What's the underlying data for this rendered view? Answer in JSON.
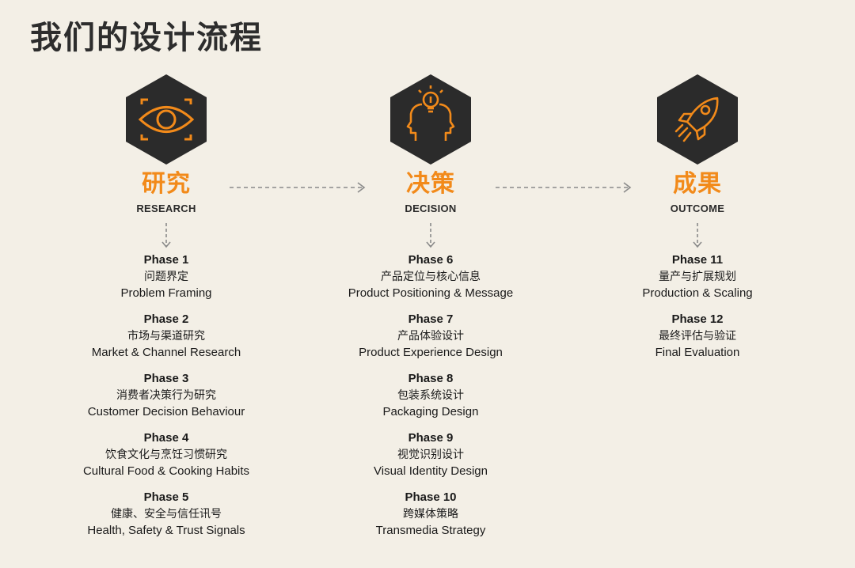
{
  "title": "我们的设计流程",
  "colors": {
    "background": "#f3efe6",
    "hex_fill": "#2b2b2b",
    "accent": "#f28a1a",
    "arrow": "#8a8a8a"
  },
  "stages": [
    {
      "title": "研究",
      "subtitle": "RESEARCH",
      "icon": "eye-icon",
      "phases": [
        {
          "num": "Phase 1",
          "cn": "问题界定",
          "en": "Problem Framing"
        },
        {
          "num": "Phase 2",
          "cn": "市场与渠道研究",
          "en": "Market & Channel Research"
        },
        {
          "num": "Phase 3",
          "cn": "消费者决策行为研究",
          "en": "Customer Decision Behaviour"
        },
        {
          "num": "Phase 4",
          "cn": "饮食文化与烹饪习惯研究",
          "en": "Cultural Food & Cooking Habits"
        },
        {
          "num": "Phase 5",
          "cn": "健康、安全与信任讯号",
          "en": "Health, Safety & Trust Signals"
        }
      ]
    },
    {
      "title": "决策",
      "subtitle": "DECISION",
      "icon": "lightbulb-heads-icon",
      "phases": [
        {
          "num": "Phase 6",
          "cn": "产品定位与核心信息",
          "en": "Product Positioning & Message"
        },
        {
          "num": "Phase 7",
          "cn": "产品体验设计",
          "en": "Product Experience Design"
        },
        {
          "num": "Phase 8",
          "cn": "包装系统设计",
          "en": "Packaging Design"
        },
        {
          "num": "Phase 9",
          "cn": "视觉识别设计",
          "en": "Visual Identity Design"
        },
        {
          "num": "Phase 10",
          "cn": "跨媒体策略",
          "en": "Transmedia Strategy"
        }
      ]
    },
    {
      "title": "成果",
      "subtitle": "OUTCOME",
      "icon": "rocket-icon",
      "phases": [
        {
          "num": "Phase 11",
          "cn": "量产与扩展规划",
          "en": "Production & Scaling"
        },
        {
          "num": "Phase 12",
          "cn": "最终评估与验证",
          "en": "Final Evaluation"
        }
      ]
    }
  ]
}
